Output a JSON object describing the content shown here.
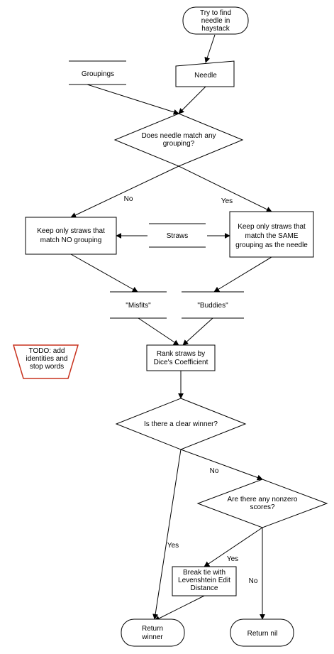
{
  "nodes": {
    "start": "Try to find\nneedle in\nhaystack",
    "groupings": "Groupings",
    "needle": "Needle",
    "decision_match": "Does needle match any\ngrouping?",
    "keep_no_grouping": "Keep only straws that\nmatch NO grouping",
    "straws": "Straws",
    "keep_same_grouping": "Keep only straws that\nmatch the SAME\ngrouping as the needle",
    "misfits": "\"Misfits\"",
    "buddies": "\"Buddies\"",
    "todo": "TODO: add\nidentities and\nstop words",
    "rank": "Rank straws by\nDice's Coefficient",
    "decision_winner": "Is there a clear winner?",
    "decision_nonzero": "Are there any nonzero\nscores?",
    "break_tie": "Break tie with\nLevenshtein Edit\nDistance",
    "return_winner": "Return\nwinner",
    "return_nil": "Return nil"
  },
  "edge_labels": {
    "match_no": "No",
    "match_yes": "Yes",
    "winner_no": "No",
    "winner_yes": "Yes",
    "nonzero_yes": "Yes",
    "nonzero_no": "No"
  },
  "colors": {
    "todo_border": "#c8321e"
  }
}
